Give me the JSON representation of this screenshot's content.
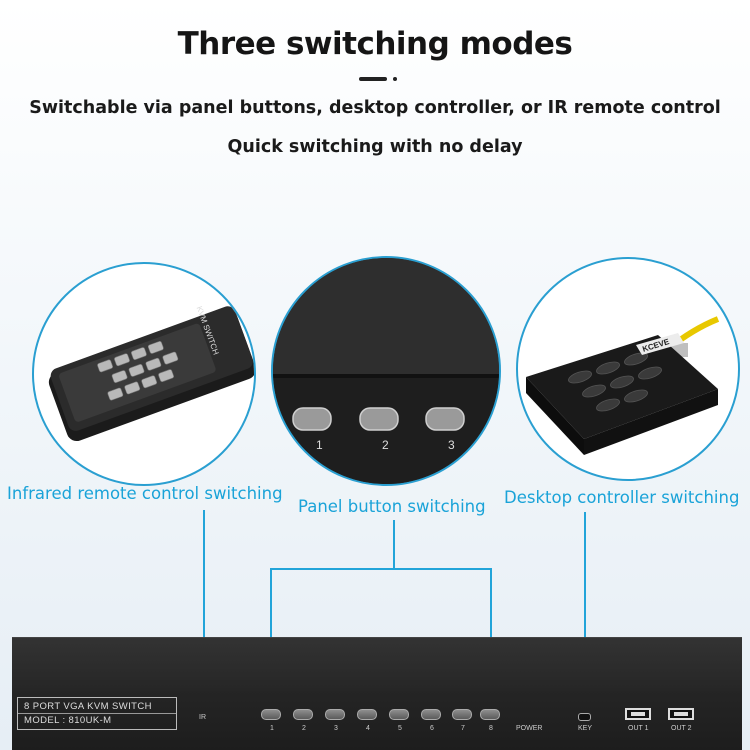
{
  "header": {
    "title": "Three switching modes",
    "subtitle1": "Switchable via panel buttons, desktop controller, or IR remote control",
    "subtitle2": "Quick switching with no delay"
  },
  "modes": [
    {
      "label": "Infrared remote control switching"
    },
    {
      "label": "Panel button switching"
    },
    {
      "label": "Desktop controller switching"
    }
  ],
  "remote": {
    "brand_text": "KVM SWITCH"
  },
  "panel_zoom": {
    "buttons": [
      "1",
      "2",
      "3"
    ]
  },
  "controller": {
    "brand_text": "KCEVE"
  },
  "device": {
    "name": "8 PORT VGA KVM SWITCH",
    "model": "MODEL : 810UK-M",
    "ir_label": "IR",
    "port_numbers": [
      "1",
      "2",
      "3",
      "4",
      "5",
      "6",
      "7",
      "8"
    ],
    "power_label": "POWER",
    "key_label": "KEY",
    "out1_label": "OUT 1",
    "out2_label": "OUT 2"
  },
  "colors": {
    "accent": "#22a4d9",
    "device": "#232323"
  }
}
